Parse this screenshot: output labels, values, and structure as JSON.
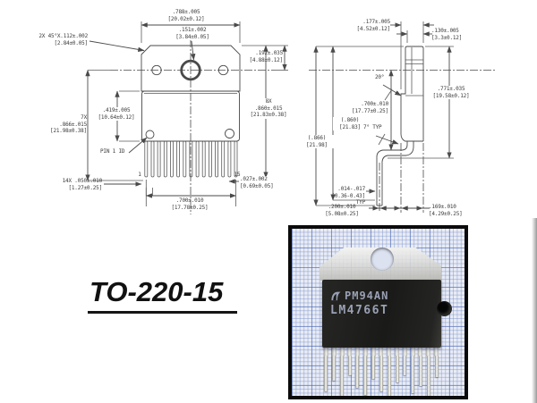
{
  "caption": "TO-220-15",
  "front_view": {
    "top_width": ".788±.005\n[20.02±0.12]",
    "mount_hole": ".151±.002\n[3.84±0.05]",
    "chamfer": "2X 45°X.112±.002\n[2.84±0.05]",
    "tab_height": ".192±.035\n[4.88±0.12]",
    "height_right": "8X\n.860±.015\n[21.83±0.38]",
    "height_left": "7X\n.866±.015\n[21.98±0.38]",
    "body_height": ".419±.005\n[10.64±0.12]",
    "pin1_id": "PIN 1 ID",
    "pin_first": "1",
    "pin_last": "15",
    "lead_width": "14X .050±.010\n[1.27±0.25]",
    "lead_span": ".700±.010\n[17.78±0.25]",
    "lead_thickness": ".027±.002\n[0.69±0.05]"
  },
  "side_view": {
    "tab_depth": ".177±.005\n[4.52±0.12]",
    "tab_top_width": ".130±.005\n[3.3±0.12]",
    "top_angle": "20°",
    "tab_to_seating": ".771±.035\n[19.58±0.12]",
    "lead_length": ".700±.010\n[17.77±0.25]",
    "ref_height_a": "(.860)\n[21.83]",
    "ref_height_b": "(.866)\n[21.98]",
    "body_angle": "7° TYP",
    "lead_thickness": ".014-.017\n[0.36-0.43]\nTYP",
    "foot_inner": ".200±.010\n[5.08±0.25]",
    "foot_outer": ".169±.010\n[4.29±0.25]"
  },
  "photo": {
    "marking_line1": "PM94AN",
    "marking_line2": "LM4766T"
  },
  "colors": {
    "drawing_line": "#4a4a4a",
    "chip_body": "#1a1a18",
    "chip_marking": "#99a1b4",
    "graph_paper": "#e9ecf4",
    "graph_grid": "#7891cd"
  }
}
